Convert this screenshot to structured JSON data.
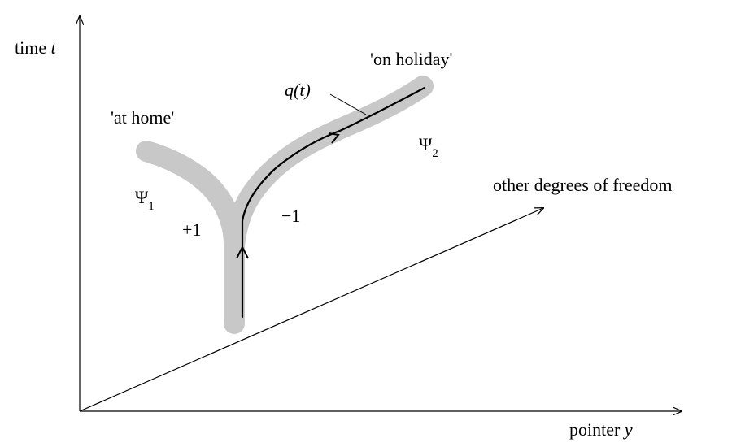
{
  "axes": {
    "time_label": "time",
    "time_var": "t",
    "pointer_label": "pointer",
    "pointer_var": "y",
    "other_label": "other degrees of freedom"
  },
  "branches": {
    "left_label": "'at home'",
    "right_label": "'on holiday'",
    "psi1": "Ψ",
    "psi1_sub": "1",
    "psi2": "Ψ",
    "psi2_sub": "2",
    "plus_label": "+1",
    "minus_label": "−1"
  },
  "trajectory": {
    "label": "q(t)"
  },
  "colors": {
    "wavepacket": "#c8c8c8",
    "ink": "#000000",
    "background": "#ffffff"
  }
}
